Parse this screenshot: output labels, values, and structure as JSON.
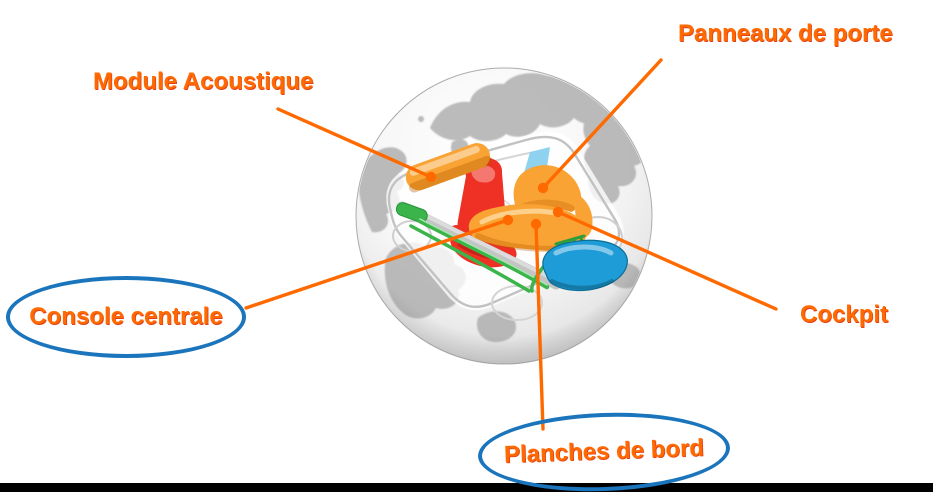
{
  "diagram": {
    "labels": [
      {
        "id": "module-acoustique",
        "text": "Module Acoustique",
        "circled": false
      },
      {
        "id": "panneaux-de-porte",
        "text": "Panneaux de porte",
        "circled": false
      },
      {
        "id": "console-centrale",
        "text": "Console centrale",
        "circled": true
      },
      {
        "id": "cockpit",
        "text": "Cockpit",
        "circled": false
      },
      {
        "id": "planches-de-bord",
        "text": "Planches de bord",
        "circled": true
      }
    ],
    "parts": [
      {
        "name": "acoustic-module",
        "color": "#F9A334"
      },
      {
        "name": "door-panel",
        "color": "#F9A334"
      },
      {
        "name": "glass-panel",
        "color": "#8FD2F0"
      },
      {
        "name": "driver-seat",
        "color": "#EE3124"
      },
      {
        "name": "dashboard-console",
        "color": "#F9A334"
      },
      {
        "name": "instrument-panel",
        "color": "#1E9CD7"
      },
      {
        "name": "cable-duct",
        "color": "#3BB54A"
      },
      {
        "name": "globe-land",
        "color": "#AFAFAF"
      }
    ]
  },
  "colors": {
    "label_text": "#FF6A00",
    "leader_line": "#FF6A00",
    "circle_outline": "#1B75BC",
    "footer_bar": "#000000"
  }
}
